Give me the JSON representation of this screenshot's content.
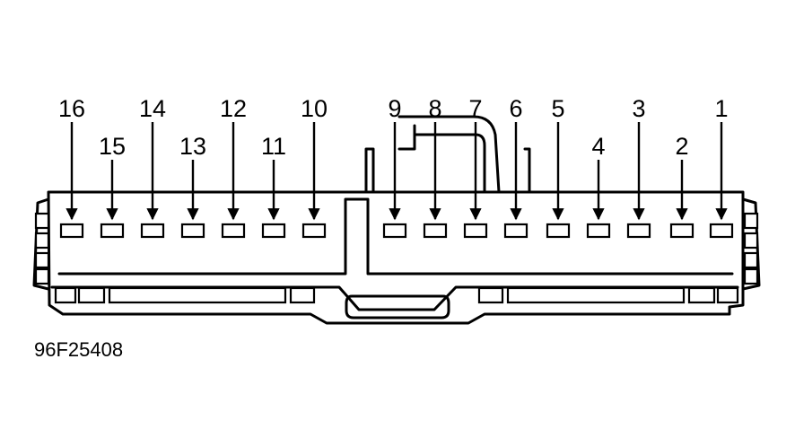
{
  "figure_id": "96F25408",
  "pins": [
    {
      "label": "16"
    },
    {
      "label": "15"
    },
    {
      "label": "14"
    },
    {
      "label": "13"
    },
    {
      "label": "12"
    },
    {
      "label": "11"
    },
    {
      "label": "10"
    },
    {
      "label": "9"
    },
    {
      "label": "8"
    },
    {
      "label": "7"
    },
    {
      "label": "6"
    },
    {
      "label": "5"
    },
    {
      "label": "4"
    },
    {
      "label": "3"
    },
    {
      "label": "2"
    },
    {
      "label": "1"
    }
  ]
}
